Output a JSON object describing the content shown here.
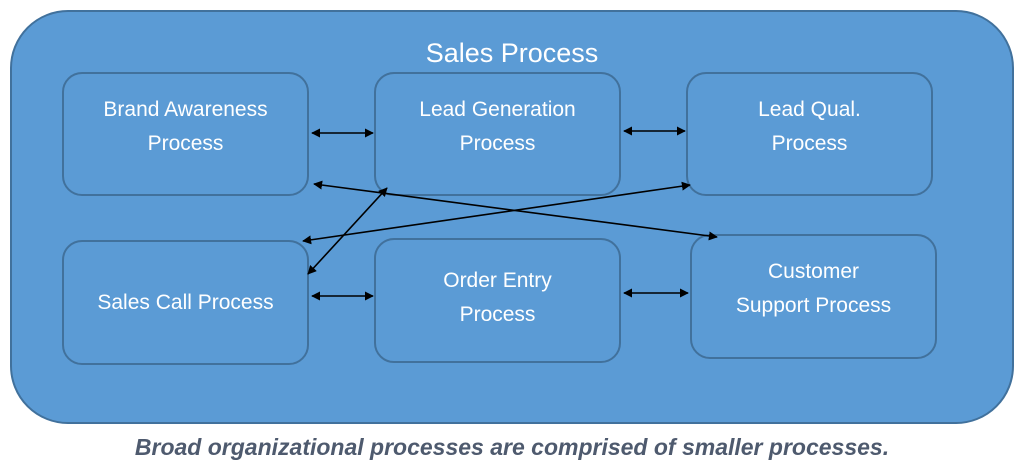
{
  "diagram": {
    "title": "Sales Process",
    "processes": [
      {
        "id": "brand",
        "label": "Brand Awareness\nProcess"
      },
      {
        "id": "leadgen",
        "label": "Lead Generation\nProcess"
      },
      {
        "id": "leadqual",
        "label": "Lead Qual.\nProcess"
      },
      {
        "id": "salescall",
        "label": "Sales Call Process"
      },
      {
        "id": "orderentry",
        "label": "Order Entry\nProcess"
      },
      {
        "id": "support",
        "label": "Customer\nSupport Process"
      }
    ],
    "connections": [
      {
        "from": "brand",
        "to": "leadgen",
        "direction": "both"
      },
      {
        "from": "leadgen",
        "to": "leadqual",
        "direction": "both"
      },
      {
        "from": "salescall",
        "to": "orderentry",
        "direction": "both"
      },
      {
        "from": "orderentry",
        "to": "support",
        "direction": "both"
      },
      {
        "from": "brand",
        "to": "support",
        "direction": "both"
      },
      {
        "from": "leadqual",
        "to": "salescall",
        "direction": "both"
      },
      {
        "from": "leadgen",
        "to": "salescall",
        "direction": "both"
      }
    ],
    "colors": {
      "fill": "#5b9bd5",
      "border": "#41719c",
      "arrow": "#000000",
      "caption": "#4e5a6e"
    }
  },
  "caption": "Broad organizational processes are comprised of smaller processes."
}
